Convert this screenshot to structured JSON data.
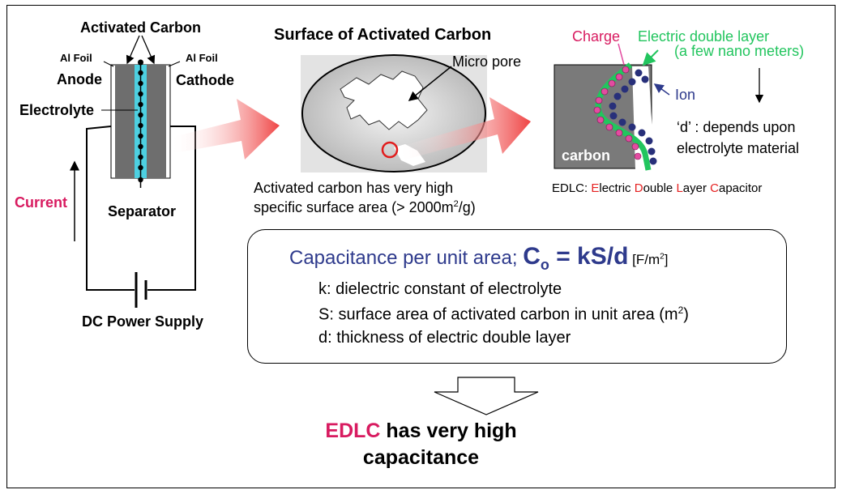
{
  "colors": {
    "accent_pink": "#d81b60",
    "accent_green": "#22c55e",
    "accent_navy": "#2e3a8c",
    "arrow_red": "#ef4444",
    "electrolyte_cyan": "#4dd0e1"
  },
  "cell": {
    "activated_carbon_label": "Activated Carbon",
    "al_foil_left": "Al Foil",
    "al_foil_right": "Al Foil",
    "anode_label": "Anode",
    "cathode_label": "Cathode",
    "electrolyte_label": "Electrolyte",
    "separator_label": "Separator",
    "current_label": "Current",
    "power_supply_label": "DC Power Supply"
  },
  "surface": {
    "title": "Surface of Activated Carbon",
    "micro_pore_label": "Micro pore",
    "caption_line1": "Activated carbon has very high",
    "caption_line2_pre": "specific surface area (> 2000m",
    "caption_line2_sup": "2",
    "caption_line2_post": "/g)"
  },
  "double_layer": {
    "charge_label": "Charge",
    "edl_label": "Electric double layer",
    "edl_sub_label": "(a few nano meters)",
    "ion_label": "Ion",
    "carbon_label": "carbon",
    "d_note_line1": "‘d’ : depends upon",
    "d_note_line2": "electrolyte material",
    "edlc_prefix": "EDLC: ",
    "edlc_e": "E",
    "edlc_lectric": "lectric ",
    "edlc_d": "D",
    "edlc_ouble": "ouble ",
    "edlc_l": "L",
    "edlc_ayer": "ayer ",
    "edlc_c": "C",
    "edlc_apacitor": "apacitor"
  },
  "capacitance": {
    "title": "Capacitance per unit area; ",
    "formula_c": "C",
    "formula_sub": "o",
    "formula_rest": " = kS/d",
    "unit_pre": " [F/m",
    "unit_sup": "2",
    "unit_post": "]",
    "def_k": "k: dielectric constant of electrolyte",
    "def_s_pre": "S: surface area of activated carbon in unit area (m",
    "def_s_sup": "2",
    "def_s_post": ")",
    "def_d": "d: thickness of electric double layer"
  },
  "conclusion": {
    "edlc": "EDLC",
    "line1_rest": " has very high",
    "line2": "capacitance"
  }
}
